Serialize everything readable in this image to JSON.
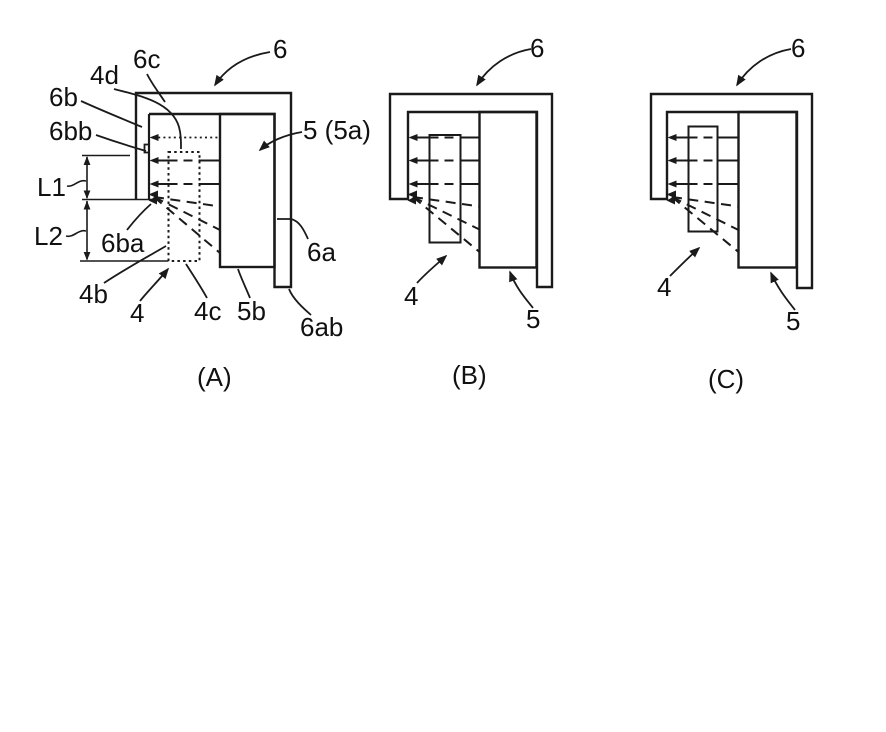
{
  "colors": {
    "line": "#1a1a1a",
    "background": "#ffffff"
  },
  "figures": {
    "a": {
      "caption": "(A)",
      "labels": {
        "n4d": "4d",
        "n6c": "6c",
        "n6": "6",
        "n6b": "6b",
        "n6bb": "6bb",
        "nL1": "L1",
        "nL2": "L2",
        "n6ba": "6ba",
        "n4b": "4b",
        "n4": "4",
        "n4c": "4c",
        "n5b": "5b",
        "n5_5a": "5 (5a)",
        "n6a": "6a",
        "n6ab": "6ab"
      }
    },
    "b": {
      "caption": "(B)",
      "labels": {
        "n6": "6",
        "n4": "4",
        "n5": "5"
      }
    },
    "c": {
      "caption": "(C)",
      "labels": {
        "n6": "6",
        "n4": "4",
        "n5": "5"
      }
    }
  }
}
